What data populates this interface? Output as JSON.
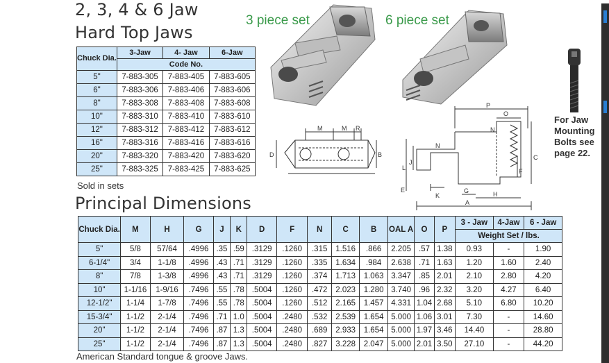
{
  "header": {
    "title_line1": "2, 3, 4 & 6 Jaw",
    "title_line2": "Hard Top Jaws"
  },
  "images": {
    "label_3piece": "3 piece set",
    "label_6piece": "6 piece set",
    "bolt_note": [
      "For Jaw",
      "Mounting",
      "Bolts see",
      "page 22."
    ]
  },
  "code_table": {
    "headers": [
      "Chuck Dia.",
      "3-Jaw",
      "4- Jaw",
      "6-Jaw"
    ],
    "subheader": "Code No.",
    "rows": [
      [
        "5\"",
        "7-883-305",
        "7-883-405",
        "7-883-605"
      ],
      [
        "6\"",
        "7-883-306",
        "7-883-406",
        "7-883-606"
      ],
      [
        "8\"",
        "7-883-308",
        "7-883-408",
        "7-883-608"
      ],
      [
        "10\"",
        "7-883-310",
        "7-883-410",
        "7-883-610"
      ],
      [
        "12\"",
        "7-883-312",
        "7-883-412",
        "7-883-612"
      ],
      [
        "16\"",
        "7-883-316",
        "7-883-416",
        "7-883-616"
      ],
      [
        "20\"",
        "7-883-320",
        "7-883-420",
        "7-883-620"
      ],
      [
        "25\"",
        "7-883-325",
        "7-883-425",
        "7-883-625"
      ]
    ],
    "footnote": "Sold in sets"
  },
  "diagram_labels": {
    "top": [
      "M",
      "M",
      "R",
      "D",
      "B"
    ],
    "side": [
      "P",
      "O",
      "N",
      "N",
      "J",
      "L",
      "C",
      "F",
      "E",
      "K",
      "G",
      "H",
      "A"
    ]
  },
  "dims_table": {
    "section_title": "Principal Dimensions",
    "headers": [
      "Chuck Dia.",
      "M",
      "H",
      "G",
      "J",
      "K",
      "D",
      "F",
      "N",
      "C",
      "B",
      "OAL A",
      "O",
      "P"
    ],
    "weight_headers": [
      "3 - Jaw",
      "4-Jaw",
      "6 - Jaw"
    ],
    "weight_sub": "Weight Set / lbs.",
    "rows": [
      [
        "5\"",
        "5/8",
        "57/64",
        ".4996",
        ".35",
        ".59",
        ".3129",
        ".1260",
        ".315",
        "1.516",
        ".866",
        "2.205",
        ".57",
        "1.38",
        "0.93",
        "-",
        "1.90"
      ],
      [
        "6-1/4\"",
        "3/4",
        "1-1/8",
        ".4996",
        ".43",
        ".71",
        ".3129",
        ".1260",
        ".335",
        "1.634",
        ".984",
        "2.638",
        ".71",
        "1.63",
        "1.20",
        "1.60",
        "2.40"
      ],
      [
        "8\"",
        "7/8",
        "1-3/8",
        ".4996",
        ".43",
        ".71",
        ".3129",
        ".1260",
        ".374",
        "1.713",
        "1.063",
        "3.347",
        ".85",
        "2.01",
        "2.10",
        "2.80",
        "4.20"
      ],
      [
        "10\"",
        "1-1/16",
        "1-9/16",
        ".7496",
        ".55",
        ".78",
        ".5004",
        ".1260",
        ".472",
        "2.023",
        "1.280",
        "3.740",
        ".96",
        "2.32",
        "3.20",
        "4.27",
        "6.40"
      ],
      [
        "12-1/2\"",
        "1-1/4",
        "1-7/8",
        ".7496",
        ".55",
        ".78",
        ".5004",
        ".1260",
        ".512",
        "2.165",
        "1.457",
        "4.331",
        "1.04",
        "2.68",
        "5.10",
        "6.80",
        "10.20"
      ],
      [
        "15-3/4\"",
        "1-1/2",
        "2-1/4",
        ".7496",
        ".71",
        "1.0",
        ".5004",
        ".2480",
        ".532",
        "2.539",
        "1.654",
        "5.000",
        "1.06",
        "3.01",
        "7.30",
        "-",
        "14.60"
      ],
      [
        "20\"",
        "1-1/2",
        "2-1/4",
        ".7496",
        ".87",
        "1.3",
        ".5004",
        ".2480",
        ".689",
        "2.933",
        "1.654",
        "5.000",
        "1.97",
        "3.46",
        "14.40",
        "-",
        "28.80"
      ],
      [
        "25\"",
        "1-1/2",
        "2-1/4",
        ".7496",
        ".87",
        "1.3",
        ".5004",
        ".2480",
        ".827",
        "3.228",
        "2.047",
        "5.000",
        "2.01",
        "3.50",
        "27.10",
        "-",
        "44.20"
      ]
    ],
    "footnote": "American Standard tongue & groove Jaws."
  }
}
